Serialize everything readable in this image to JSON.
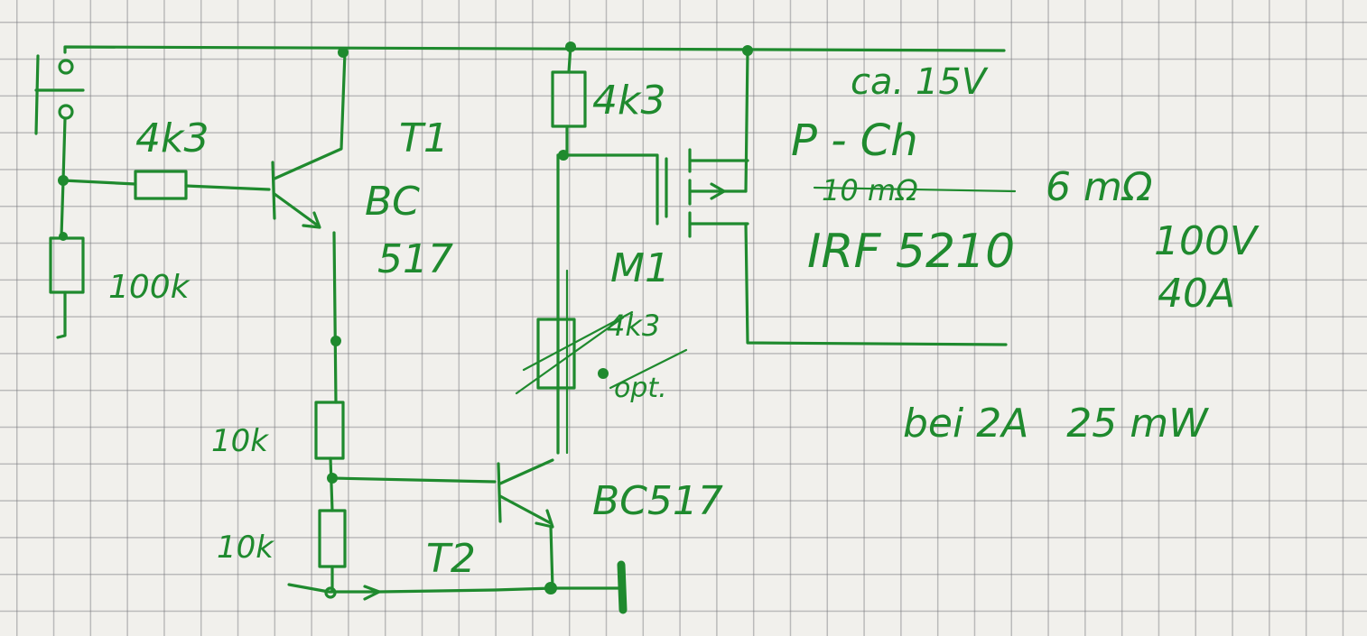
{
  "colors": {
    "ink": "#1f8a2e",
    "paper": "#f1f0ec",
    "grid": "#8a8a90"
  },
  "labels": {
    "r_in": "4k3",
    "r_pull": "100k",
    "t1": "T1",
    "t1_type_a": "BC",
    "t1_type_b": "517",
    "r_gate": "4k3",
    "supply": "ca. 15V",
    "channel": "P - Ch",
    "rds_old": "10 mΩ",
    "rds_new": "6 mΩ",
    "mosfet": "IRF 5210",
    "voltage": "100V",
    "current": "40A",
    "m1": "M1",
    "pot_a": "4k3",
    "pot_b": "opt.",
    "loss": "bei 2A   25 mW",
    "r_mid": "10k",
    "r_low": "10k",
    "t2_type": "BC517",
    "t2": "T2"
  }
}
